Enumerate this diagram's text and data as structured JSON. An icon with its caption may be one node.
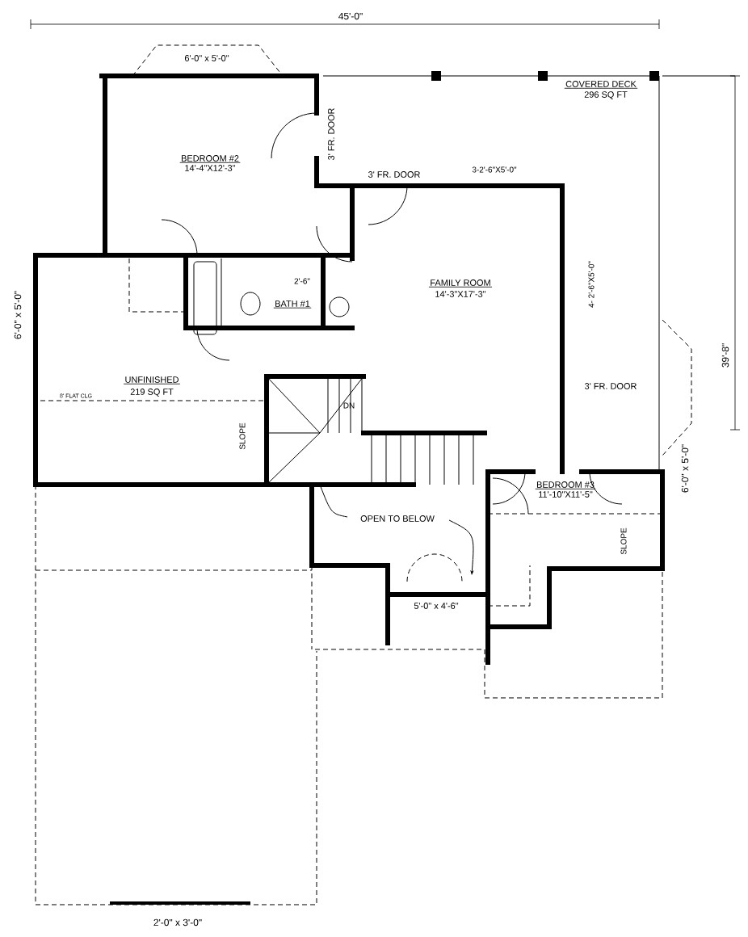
{
  "diagram": {
    "labels": [
      "45'-0\"",
      "6'-0\" x 5'-0\"",
      "COVERED DECK",
      "296 SQ FT",
      "3' FR. DOOR",
      "BEDROOM #2",
      "14'-4\"X12'-3\"",
      "3' FR. DOOR",
      "3-2'-6\"X5'-0\"",
      "2'-6\"",
      "BATH #1",
      "FAMILY ROOM",
      "14'-3\"X17'-3\"",
      "4- 2'-6\"X5'-0\"",
      "6'-0\" x 5'-0\"",
      "39'-8\"",
      "UNFINISHED",
      "219 SQ FT",
      "8' FLAT CLG",
      "DN",
      "3' FR. DOOR",
      "SLOPE",
      "BEDROOM #3",
      "11'-10\"X11'-5\"",
      "6'-0\" x 5'-0\"",
      "OPEN TO BELOW",
      "SLOPE",
      "5'-0\" x 4'-6\"",
      "2'-0\" x 3'-0\""
    ]
  }
}
